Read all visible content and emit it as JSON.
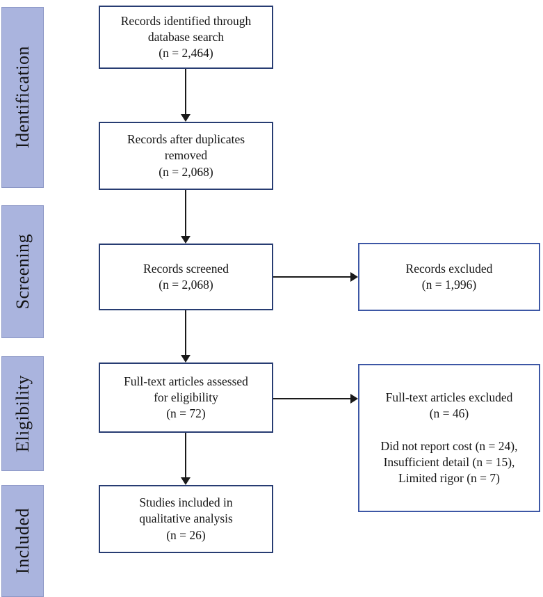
{
  "stages": [
    {
      "label": "Identification"
    },
    {
      "label": "Screening"
    },
    {
      "label": "Eligibility"
    },
    {
      "label": "Included"
    }
  ],
  "nodes": {
    "identified": {
      "lines": [
        "Records identified through",
        "database search",
        "(n = 2,464)"
      ]
    },
    "after_duplicates": {
      "lines": [
        "Records after duplicates",
        "removed",
        "(n = 2,068)"
      ]
    },
    "screened": {
      "lines": [
        "Records screened",
        "(n = 2,068)"
      ]
    },
    "fulltext_assessed": {
      "lines": [
        "Full-text articles assessed",
        "for eligibility",
        "(n = 72)"
      ]
    },
    "included_studies": {
      "lines": [
        "Studies included in",
        "qualitative analysis",
        "(n = 26)"
      ]
    },
    "records_excluded": {
      "lines": [
        "Records excluded",
        "(n = 1,996)"
      ]
    },
    "fulltext_excluded": {
      "lines": [
        "Full-text articles excluded",
        "(n = 46)",
        "",
        "Did not report cost (n = 24),",
        "Insufficient detail (n = 15),",
        "Limited rigor (n = 7)"
      ]
    }
  },
  "counts": {
    "identified": 2464,
    "after_duplicates": 2068,
    "screened": 2068,
    "records_excluded": 1996,
    "fulltext_assessed": 72,
    "fulltext_excluded": 46,
    "exclusion_reasons": {
      "did_not_report_cost": 24,
      "insufficient_detail": 15,
      "limited_rigor": 7
    },
    "included_qualitative": 26
  },
  "edges": [
    {
      "from": "identified",
      "to": "after_duplicates"
    },
    {
      "from": "after_duplicates",
      "to": "screened"
    },
    {
      "from": "screened",
      "to": "records_excluded"
    },
    {
      "from": "screened",
      "to": "fulltext_assessed"
    },
    {
      "from": "fulltext_assessed",
      "to": "fulltext_excluded"
    },
    {
      "from": "fulltext_assessed",
      "to": "included_studies"
    }
  ],
  "colors": {
    "stage_fill": "#aab4de",
    "stage_border": "#8c97c6",
    "main_box_border": "#273c72",
    "side_box_border": "#3d57a5",
    "arrow": "#1a1a1a",
    "text": "#141414",
    "background": "#ffffff"
  }
}
